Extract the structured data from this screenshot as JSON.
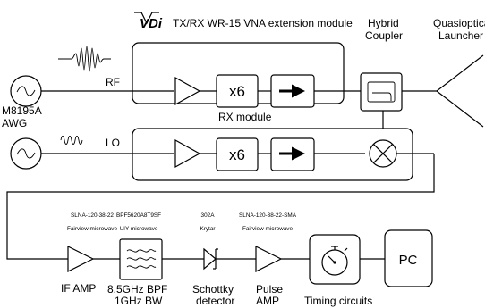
{
  "logo": {
    "text": "VDi"
  },
  "tx_module": {
    "title": "TX/RX WR-15 VNA extension module"
  },
  "rx_module": {
    "title": "RX module"
  },
  "signals": {
    "rf": "RF",
    "lo": "LO"
  },
  "awg": {
    "line1": "M8195A",
    "line2": "AWG"
  },
  "multiplier": {
    "label": "x6"
  },
  "coupler": {
    "line1": "Hybrid",
    "line2": "Coupler"
  },
  "launcher": {
    "line1": "Quasioptical",
    "line2": "Launcher"
  },
  "parts": {
    "if_amp": {
      "part_no": "SLNA-120-38-22",
      "vendor": "Fairview microwave",
      "label": "IF AMP"
    },
    "bpf": {
      "part_no": "BPF5620A8T9SF",
      "vendor": "UIY microwave",
      "line1": "8.5GHz BPF",
      "line2": "1GHz BW"
    },
    "detector": {
      "part_no": "302A",
      "vendor": "Krytar",
      "line1": "Schottky",
      "line2": "detector"
    },
    "pulse_amp": {
      "part_no": "SLNA-120-38-22-SMA",
      "vendor": "Fairview microwave",
      "line1": "Pulse",
      "line2": "AMP"
    },
    "timing": {
      "label": "Timing circuits"
    },
    "pc": {
      "label": "PC"
    }
  }
}
